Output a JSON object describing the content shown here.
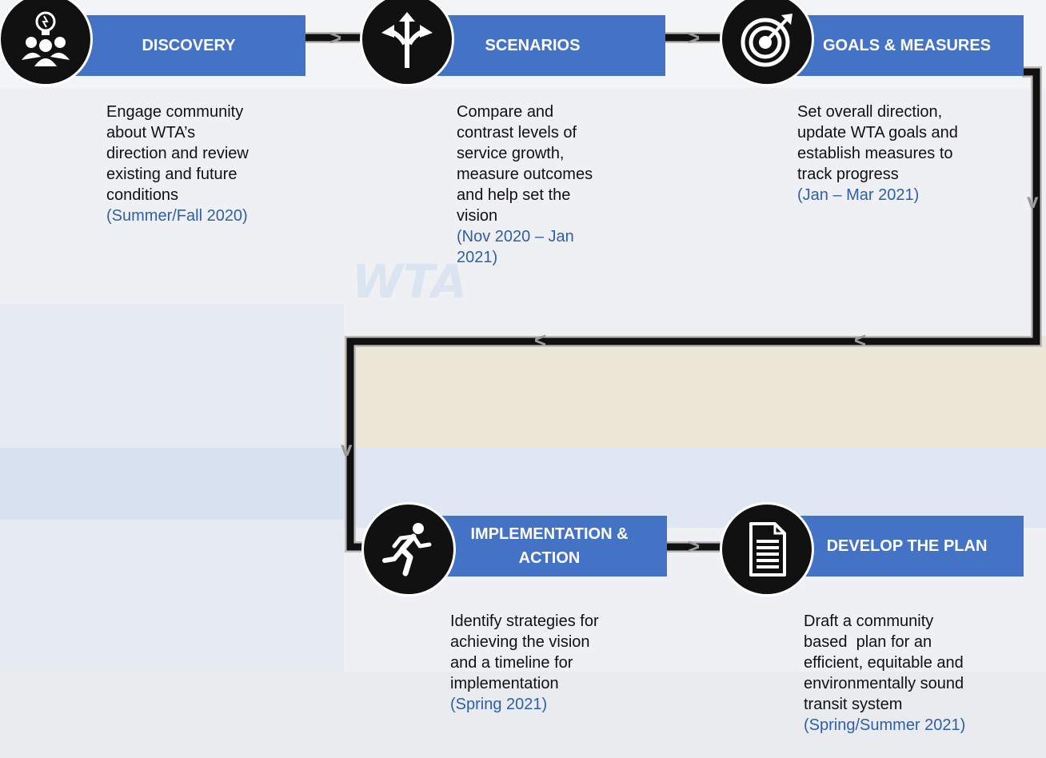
{
  "steps": {
    "discovery": {
      "title": "DISCOVERY",
      "lines": [
        "Engage community",
        "about WTA’s",
        "direction and review",
        "existing and future",
        "conditions"
      ],
      "date": "(Summer/Fall 2020)"
    },
    "scenarios": {
      "title": "SCENARIOS",
      "lines": [
        "Compare and",
        "contrast levels of",
        "service growth,",
        "measure outcomes",
        "and help set the",
        "vision"
      ],
      "date": [
        "(Nov 2020 – Jan",
        "2021)"
      ]
    },
    "goals": {
      "title": "GOALS & MEASURES",
      "lines": [
        "Set overall direction,",
        "update WTA goals and",
        "establish measures to",
        "track progress"
      ],
      "date": "(Jan – Mar 2021)"
    },
    "implementation": {
      "title": [
        "IMPLEMENTATION &",
        "ACTION"
      ],
      "lines": [
        "Identify strategies for",
        "achieving the vision",
        "and a timeline for",
        "implementation"
      ],
      "date": "(Spring 2021)"
    },
    "develop": {
      "title": "DEVELOP THE PLAN",
      "lines": [
        "Draft a community",
        "based  plan for an",
        "efficient, equitable and",
        "environmentally sound",
        "transit system"
      ],
      "date": "(Spring/Summer 2021)"
    }
  },
  "arrow_glyphs": {
    "right": ">",
    "left": "<",
    "down": "v"
  },
  "icons": [
    "lightbulb-people-icon",
    "split-arrows-icon",
    "target-dart-icon",
    "running-person-icon",
    "document-icon"
  ],
  "colors": {
    "box": "#4472c4",
    "date_text": "#2e5fa8",
    "path": "#111111",
    "circle": "#111111"
  }
}
